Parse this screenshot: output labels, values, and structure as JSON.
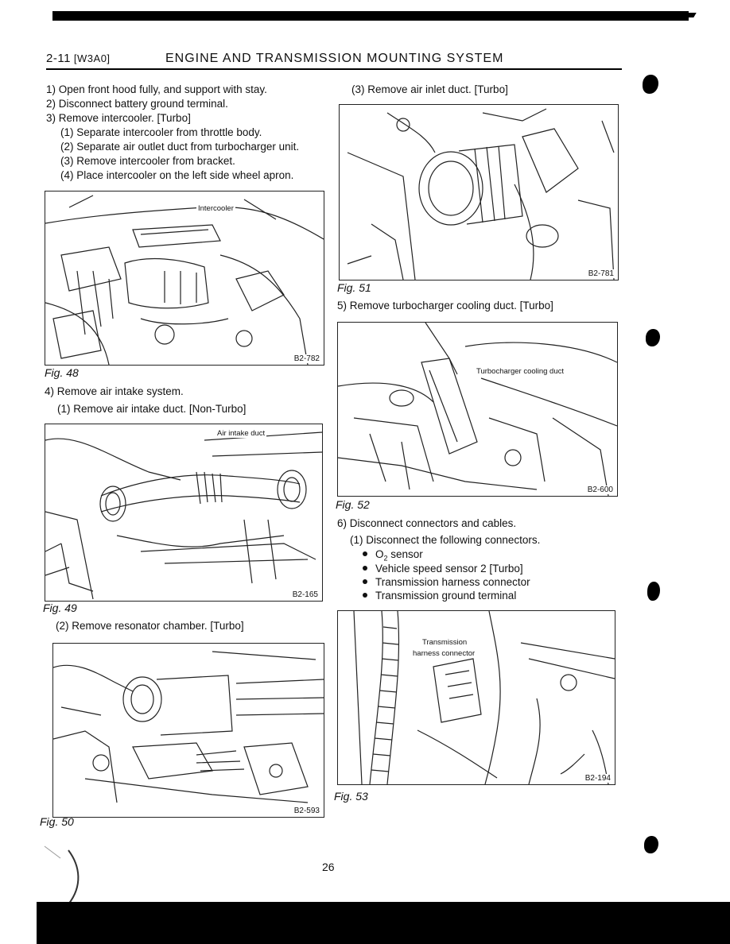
{
  "header": {
    "section_code": "2-11",
    "ref": "[W3A0]",
    "title": "ENGINE AND TRANSMISSION MOUNTING SYSTEM"
  },
  "left": {
    "s1": "1) Open front hood fully, and support with stay.",
    "s2": "2) Disconnect battery ground terminal.",
    "s3": "3) Remove intercooler. [Turbo]",
    "s3_1": "(1) Separate intercooler from throttle body.",
    "s3_2": "(2) Separate air outlet duct from turbocharger unit.",
    "s3_3": "(3) Remove intercooler from bracket.",
    "s3_4": "(4) Place intercooler on the left side wheel apron.",
    "fig48": {
      "label": "Intercooler",
      "code": "B2-782",
      "caption": "Fig. 48"
    },
    "s4": "4) Remove air intake system.",
    "s4_1": "(1) Remove air intake duct. [Non-Turbo]",
    "fig49": {
      "label": "Air intake duct",
      "code": "B2-165",
      "caption": "Fig. 49"
    },
    "s4_2": "(2) Remove resonator chamber. [Turbo]",
    "fig50": {
      "code": "B2-593",
      "caption": "Fig. 50"
    }
  },
  "right": {
    "s4_3": "(3) Remove air inlet duct. [Turbo]",
    "fig51": {
      "code": "B2-781",
      "caption": "Fig. 51"
    },
    "s5": "5) Remove turbocharger cooling duct. [Turbo]",
    "fig52": {
      "label": "Turbocharger cooling duct",
      "code": "B2-600",
      "caption": "Fig. 52"
    },
    "s6": "6) Disconnect connectors and cables.",
    "s6_1": "(1) Disconnect the following connectors.",
    "bullets": {
      "o2_prefix": "O",
      "o2_sub": "2",
      "o2_suffix": " sensor",
      "b2": "Vehicle speed sensor 2 [Turbo]",
      "b3": "Transmission harness connector",
      "b4": "Transmission ground terminal"
    },
    "fig53": {
      "label1": "Transmission",
      "label2": "harness connector",
      "code": "B2-194",
      "caption": "Fig. 53"
    }
  },
  "footer": {
    "page_number": "26"
  }
}
